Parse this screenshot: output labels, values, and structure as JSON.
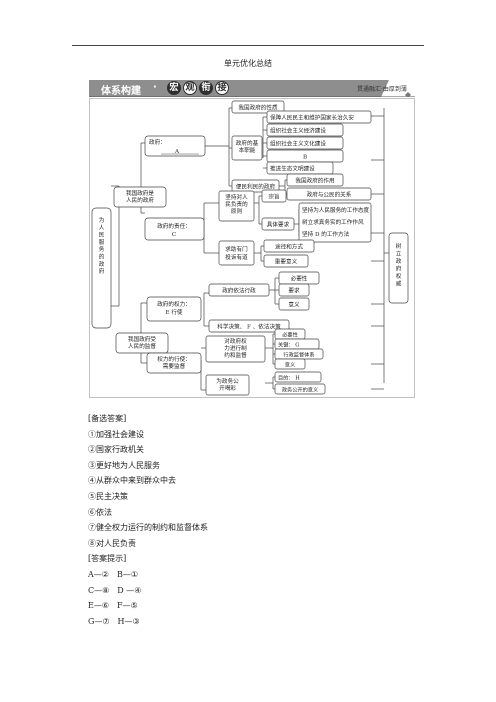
{
  "header": {
    "title": "单元优化总结"
  },
  "banner": {
    "lead": "体系构建",
    "dot": "·",
    "chars": [
      "宏",
      "观",
      "衔",
      "接"
    ],
    "right_text": "贯通融汇·由厚到薄",
    "colors": {
      "bar": "#8e8e8e",
      "circle": "#2f2f2f",
      "text": "#ffffff"
    }
  },
  "diagram": {
    "root": "为人民服务的政府",
    "left_nodes": [
      "我国政府是人民的政府",
      "我国政府受人民的监督"
    ],
    "mid_nodes": {
      "duty": "政府：\nA",
      "function": "政府的基本职能",
      "responsibility": "政府的责任：C",
      "power": "政府的权力：E 行使",
      "supervise": "权力的行使：需要监督"
    },
    "nature": "我国政府的性质",
    "functions": [
      "保障人民民主和维护国家长治久安",
      "组织社会主义经济建设",
      "组织社会主义文化建设",
      "B",
      "推进生态文明建设"
    ],
    "convenience": "便民利民的政府",
    "convenience_sub": [
      "我国政府的作用",
      "政府与公民的关系"
    ],
    "principle": "坚持对人民负责的原则",
    "principle_sub": [
      "宗旨",
      "具体要求"
    ],
    "requirements": [
      "坚持为人民服务的工作态度",
      "树立求真务实的工作作风",
      "坚持 D 的工作方法"
    ],
    "channels": "求助有门投诉有道",
    "channels_sub": [
      "途径和方式",
      "重要意义"
    ],
    "law": "政府依法行政",
    "law_sub": [
      "必要性",
      "要求",
      "意义"
    ],
    "science": "科学决策、 F 、依法决策",
    "restrict": "对政府权力进行制约和监督",
    "restrict_sub": [
      "必要性",
      "关键： G",
      "行政监督体系",
      "意义"
    ],
    "open": "为政务公开喝彩",
    "open_sub": [
      "目的： H",
      "政务公开的意义"
    ],
    "authority": "树立政府权威"
  },
  "body": {
    "answers_heading": "[备选答案]",
    "answers": [
      "①加强社会建设",
      "②国家行政机关",
      "③更好地为人民服务",
      "④从群众中来到群众中去",
      "⑤民主决策",
      "⑥依法",
      "⑦健全权力运行的制约和监督体系",
      "⑧对人民负责"
    ],
    "hint_heading": "[答案提示]",
    "hints": [
      "A—②　B—①",
      "C—⑧　D —④",
      "E—⑥　F—⑤",
      "G—⑦　H—③"
    ]
  }
}
